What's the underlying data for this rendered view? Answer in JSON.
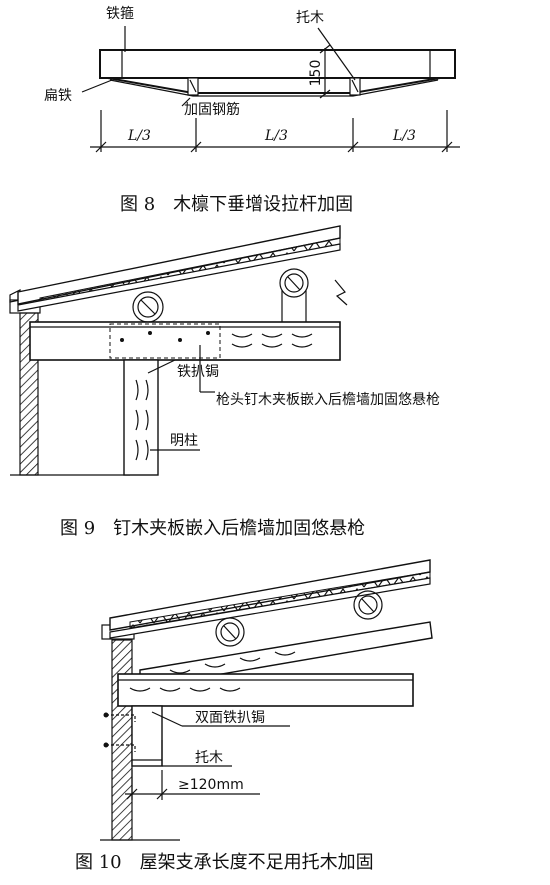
{
  "fig8": {
    "caption": "图 8　木檩下垂增设拉杆加固",
    "label_iron_hoop": "铁箍",
    "label_support_wood": "托木",
    "label_flat_iron": "扁铁",
    "label_rebar": "加固钢筋",
    "dim_150": "150",
    "dim_l3_a": "L/3",
    "dim_l3_b": "L/3",
    "dim_l3_c": "L/3"
  },
  "fig9": {
    "caption": "图 9　钉木夹板嵌入后檐墙加固悠悬枪",
    "label_iron_clamp": "铁扒锔",
    "label_note": "枪头钉木夹板嵌入后檐墙加固悠悬枪",
    "label_column": "明柱"
  },
  "fig10": {
    "caption": "图 10　屋架支承长度不足用托木加固",
    "label_double_clamp": "双面铁扒锔",
    "label_support_wood": "托木",
    "label_dim": "≥120mm"
  }
}
